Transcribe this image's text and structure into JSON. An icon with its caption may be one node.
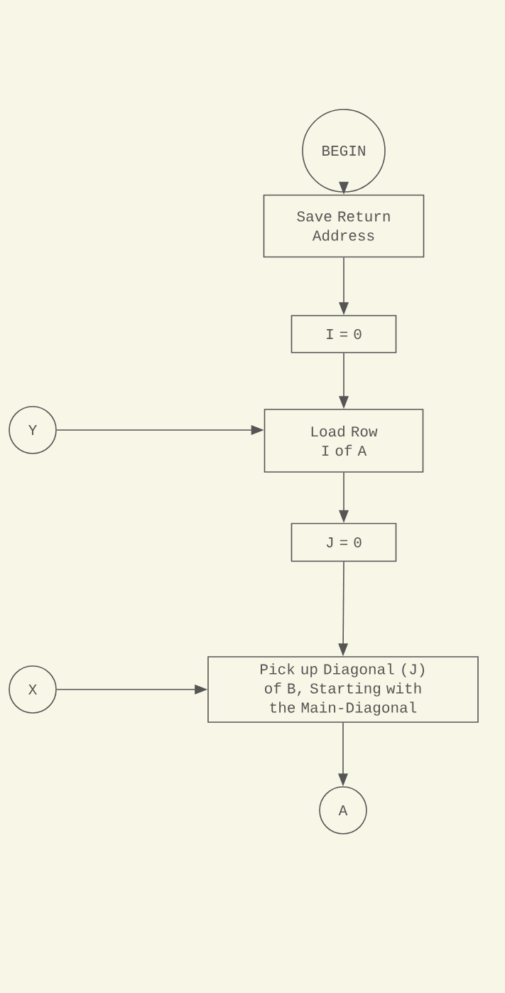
{
  "diagram": {
    "nodes": [
      {
        "text": [
          "BEGIN"
        ]
      },
      {
        "text": [
          "Save Return Address"
        ]
      },
      {
        "text": [
          "I = 0"
        ]
      },
      {
        "text": [
          "Y"
        ]
      },
      {
        "text": [
          "Load Row I of A"
        ]
      },
      {
        "text": [
          "J = 0"
        ]
      },
      {
        "text": [
          "X"
        ]
      },
      {
        "text": [
          "Pick up Diagonal (J) of B, Starting with the Main-Diagonal"
        ]
      },
      {
        "text": [
          "A"
        ]
      }
    ],
    "edges": [
      {
        "from": 0,
        "to": 1,
        "arrow": "to"
      },
      {
        "from": 1,
        "to": 2,
        "arrow": "to"
      },
      {
        "from": 2,
        "to": 4,
        "arrow": "to"
      },
      {
        "from": 3,
        "to": 4,
        "arrow": "to"
      },
      {
        "from": 4,
        "to": 5,
        "arrow": "to"
      },
      {
        "from": 5,
        "to": 7,
        "arrow": "to"
      },
      {
        "from": 6,
        "to": 7,
        "arrow": "to"
      },
      {
        "from": 7,
        "to": 8,
        "arrow": "to"
      }
    ]
  }
}
